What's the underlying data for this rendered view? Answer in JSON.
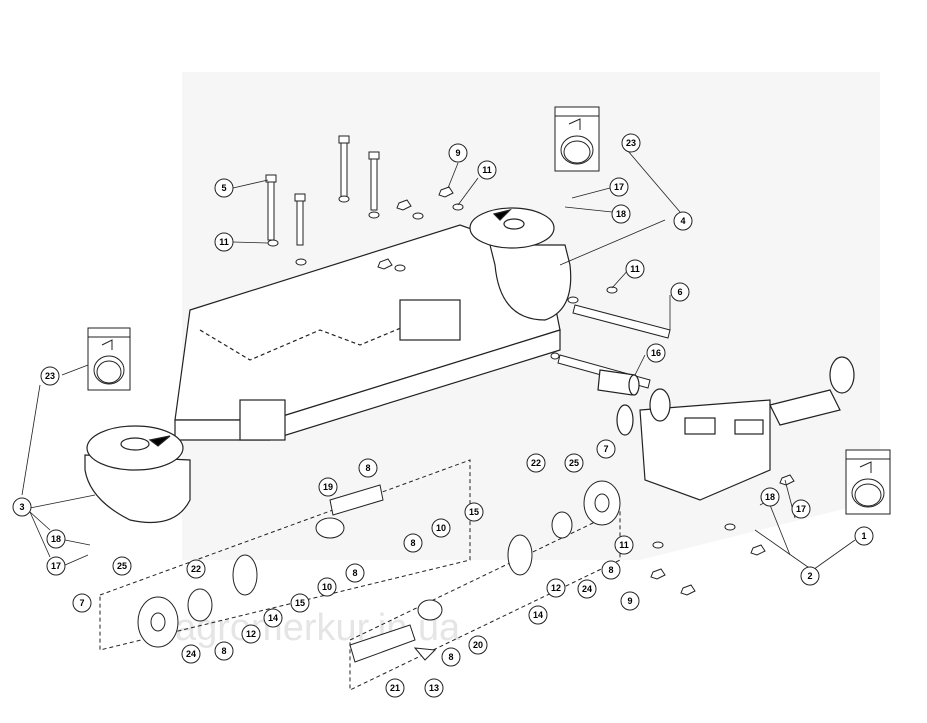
{
  "watermark": "agromerkur.in.ua",
  "labels": {
    "l1": "1",
    "l2": "2",
    "l3": "3",
    "l4": "4",
    "l5": "5",
    "l6": "6",
    "l7a": "7",
    "l7b": "7",
    "l8a": "8",
    "l8b": "8",
    "l8c": "8",
    "l8d": "8",
    "l8e": "8",
    "l8f": "8",
    "l9a": "9",
    "l9b": "9",
    "l10a": "10",
    "l10b": "10",
    "l11a": "11",
    "l11b": "11",
    "l11c": "11",
    "l11d": "11",
    "l12a": "12",
    "l12b": "12",
    "l13": "13",
    "l14a": "14",
    "l14b": "14",
    "l15a": "15",
    "l15b": "15",
    "l16": "16",
    "l17a": "17",
    "l17b": "17",
    "l17c": "17",
    "l18a": "18",
    "l18b": "18",
    "l18c": "18",
    "l19": "19",
    "l20": "20",
    "l21": "21",
    "l22a": "22",
    "l22b": "22",
    "l23a": "23",
    "l23b": "23",
    "l24a": "24",
    "l24b": "24",
    "l25a": "25",
    "l25b": "25"
  },
  "icons": [
    "seal-ring-icon",
    "bolt-icon",
    "washer-icon",
    "nut-icon",
    "gearbox-icon",
    "blade-disc-icon"
  ]
}
